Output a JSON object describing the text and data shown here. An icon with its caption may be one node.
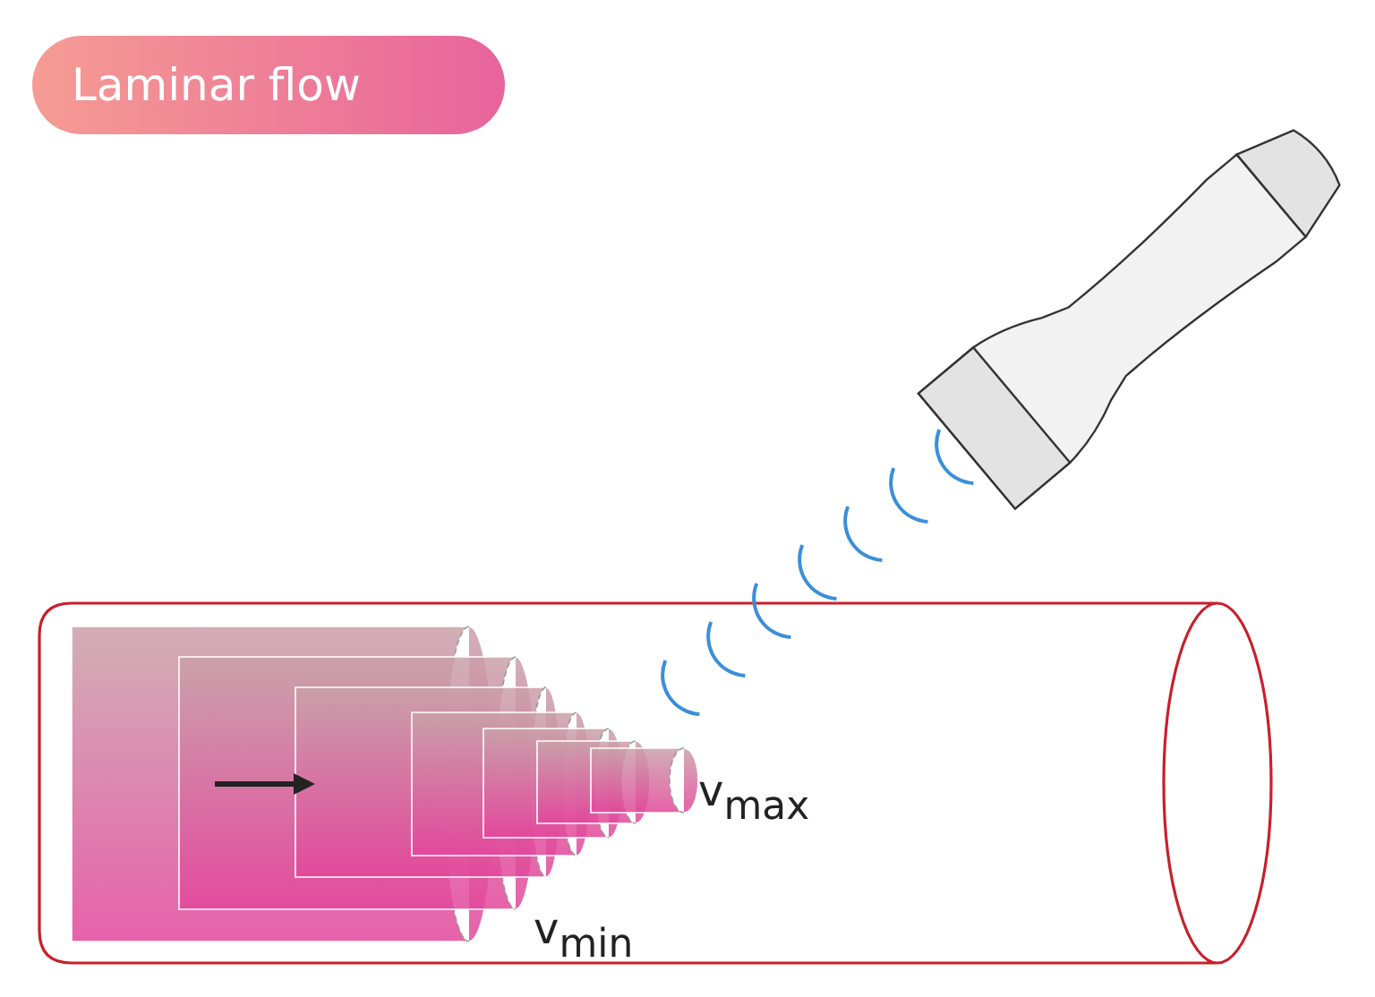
{
  "diagram": {
    "title": "Laminar flow",
    "labels": [
      "v$_{max}$",
      "v$_{min}$"
    ]
  }
}
